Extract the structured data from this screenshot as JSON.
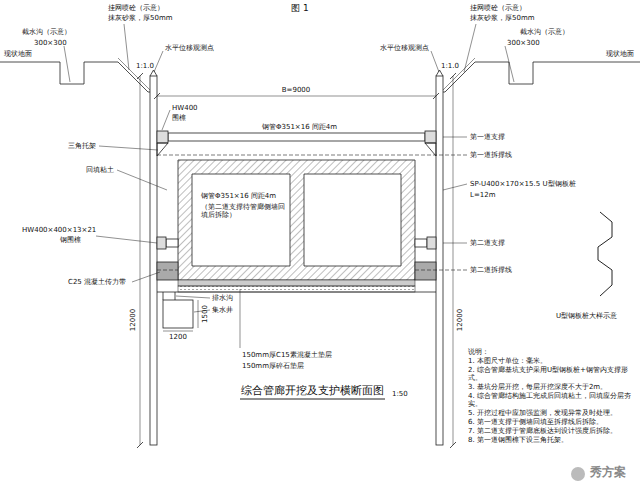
{
  "diagram": {
    "title": "图 1",
    "caption": "综合管廊开挖及支护横断面图",
    "labels": [
      "挂网喷砼（示意）",
      "抹灰砂浆，厚50mm",
      "截水沟（示意）",
      "300×300",
      "现状地面",
      "水平位移观测点",
      "1:1.0",
      "B=9000",
      "HW400",
      "围檩",
      "钢管Φ351×16 间距4m",
      "三角托架",
      "回填粘土",
      "HW400×400×13×21",
      "钢围檩",
      "钢管Φ351×16 间距4m",
      "（第二道支撑待管廊侧墙回填后拆除）",
      "12000",
      "C25 混凝土传力带",
      "排水沟",
      "集水井",
      "1500",
      "1200",
      "150mm厚C15素混凝土垫层",
      "150mm厚碎石垫层",
      "1:50",
      "水平位移观测点",
      "挂网喷砼（示意）",
      "抹灰砂浆，厚50mm",
      "1:1.0",
      "截水沟（示意）",
      "300×300",
      "现状地面",
      "第一道支撑",
      "第一道拆撑线",
      "SP-U400×170×15.5 U型钢板桩",
      "L=12m",
      "第二道支撑",
      "第二道拆撑线",
      "12000",
      "U型钢板桩大样示意",
      "说明：",
      "1. 本图尺寸单位：毫米。",
      "2. 综合管廊基坑支护采用U型钢板桩+钢管内支撑形式。",
      "3. 基坑分层开挖，每层开挖深度不大于2m。",
      "4. 综合管廊结构施工完成后回填粘土，回填应分层夯实。",
      "5. 开挖过程中应加强监测，发现异常及时处理。",
      "6. 第一道支撑于侧墙回填至拆撑线后拆除。",
      "7. 第二道支撑于管廊底板达到设计强度后拆除。",
      "8. 第一道钢围檩下设三角托架。",
      "秀方案"
    ]
  }
}
